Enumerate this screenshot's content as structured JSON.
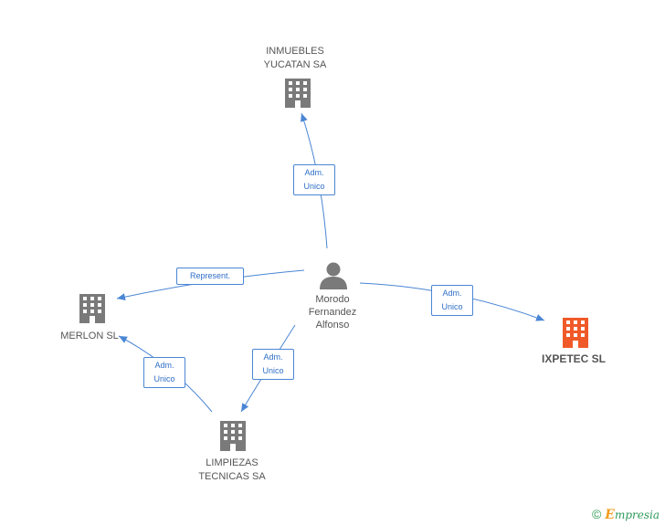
{
  "colors": {
    "edge": "#4a86d4",
    "company": "#7a7a7a",
    "focus_company": "#f05a28",
    "person": "#7a7a7a"
  },
  "nodes": {
    "inmuebles": {
      "lines": [
        "INMUEBLES",
        "YUCATAN SA"
      ],
      "icon": "building-icon"
    },
    "merlon": {
      "lines": [
        "MERLON SL"
      ],
      "icon": "building-icon"
    },
    "limpiezas": {
      "lines": [
        "LIMPIEZAS",
        "TECNICAS SA"
      ],
      "icon": "building-icon"
    },
    "ixpetec": {
      "lines": [
        "IXPETEC SL"
      ],
      "icon": "building-icon"
    },
    "morodo": {
      "lines": [
        "Morodo",
        "Fernandez",
        "Alfonso"
      ],
      "icon": "person-icon"
    }
  },
  "edges": {
    "to_inmuebles": {
      "lines": [
        "Adm.",
        "Unico"
      ]
    },
    "to_merlon": {
      "lines": [
        "Represent."
      ]
    },
    "to_ixpetec": {
      "lines": [
        "Adm.",
        "Unico"
      ]
    },
    "to_limpiezas": {
      "lines": [
        "Adm.",
        "Unico"
      ]
    },
    "limpiezas_to_merlon": {
      "lines": [
        "Adm.",
        "Unico"
      ]
    }
  },
  "brand": {
    "copyright": "©",
    "initial": "E",
    "rest": "mpresia"
  }
}
